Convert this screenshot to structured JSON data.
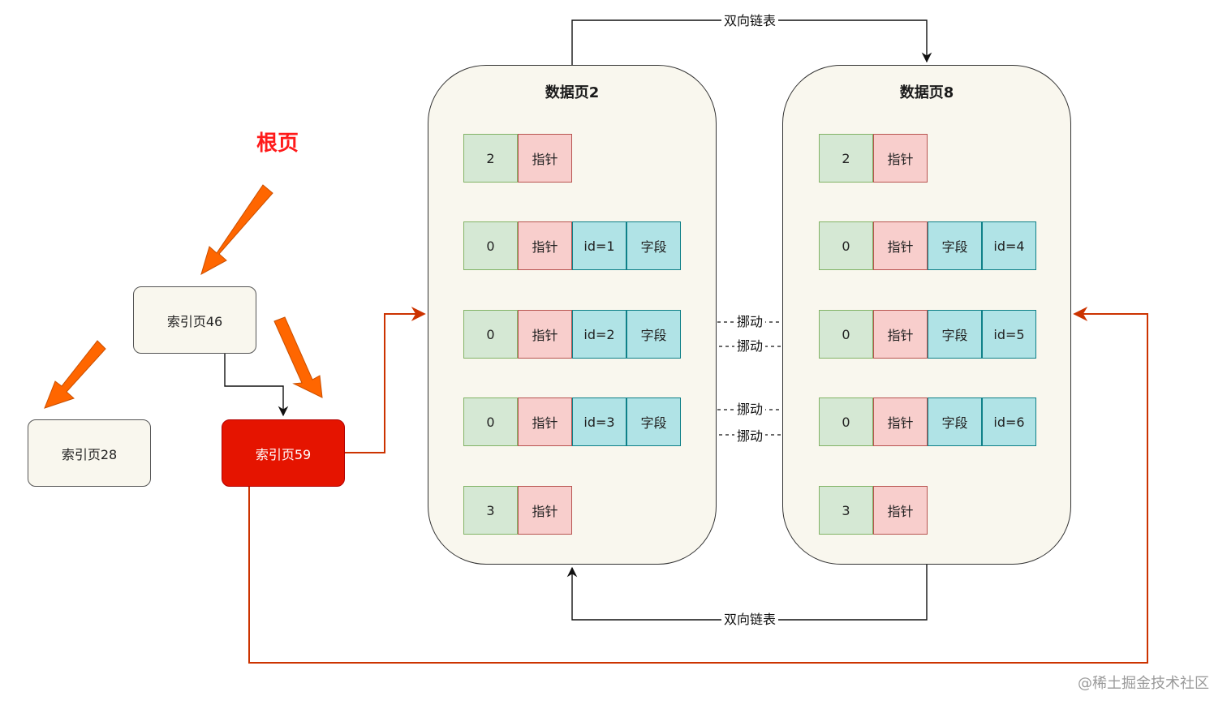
{
  "root_label": "根页",
  "index_pages": {
    "p46": "索引页46",
    "p28": "索引页28",
    "p59": "索引页59"
  },
  "data_pages": [
    {
      "title": "数据页2",
      "rows": [
        [
          "2",
          "指针"
        ],
        [
          "0",
          "指针",
          "id=1",
          "字段"
        ],
        [
          "0",
          "指针",
          "id=2",
          "字段"
        ],
        [
          "0",
          "指针",
          "id=3",
          "字段"
        ],
        [
          "3",
          "指针"
        ]
      ]
    },
    {
      "title": "数据页8",
      "rows": [
        [
          "2",
          "指针"
        ],
        [
          "0",
          "指针",
          "字段",
          "id=4"
        ],
        [
          "0",
          "指针",
          "字段",
          "id=5"
        ],
        [
          "0",
          "指针",
          "字段",
          "id=6"
        ],
        [
          "3",
          "指针"
        ]
      ]
    }
  ],
  "links": {
    "top": "双向链表",
    "bottom": "双向链表"
  },
  "moves": [
    "挪动",
    "挪动",
    "挪动",
    "挪动"
  ],
  "watermark": "@稀土掘金技术社区",
  "colors": {
    "page_bg": "#f9f7ee",
    "green": "#d5e8d4",
    "red": "#f8cecc",
    "blue": "#b0e3e6",
    "hot_index": "#e51400",
    "pointer_arrow": "#ff6600",
    "link_line": "#cc3300"
  }
}
